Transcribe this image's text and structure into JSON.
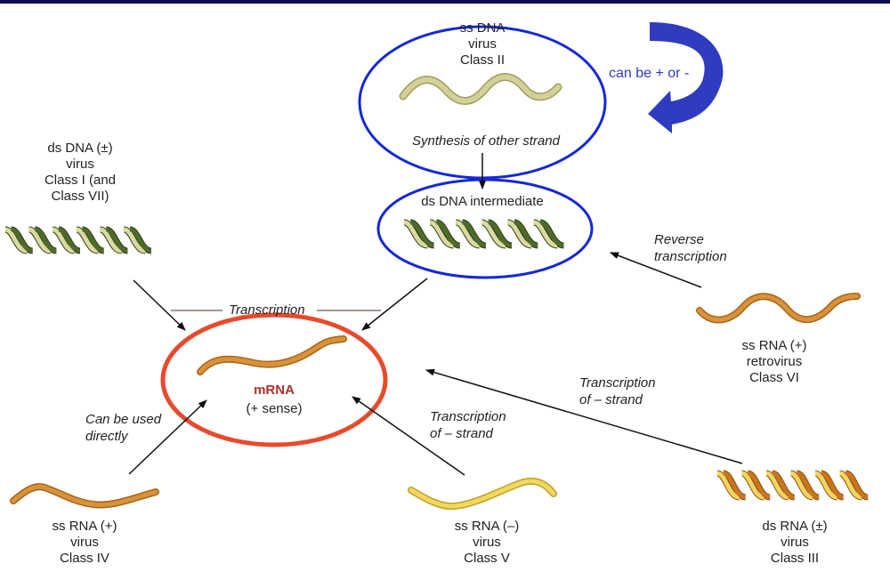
{
  "colors": {
    "top_bar": "#0b0d52",
    "blue_highlight": "#1428d8",
    "red_highlight": "#e84a2c",
    "ss_dna_strand": "#c7c48a",
    "dna_dark_strand": "#4d6b2a",
    "dna_light_strand": "#dcd9a0",
    "rna_plus_strand": "#d48a2e",
    "rna_minus_strand": "#eed25a",
    "ds_rna_dark": "#c9741f",
    "ds_rna_light": "#f0d660",
    "mrna_label": "#a8322a",
    "note_text": "#2f3cc0"
  },
  "nodes": {
    "ss_dna": {
      "lines": [
        "ss DNA",
        "virus",
        "Class II"
      ]
    },
    "ds_dna": {
      "lines": [
        "ds DNA (±)",
        "virus",
        "Class I (and",
        "Class VII)"
      ]
    },
    "ds_dna_intermediate": {
      "label": "ds DNA intermediate"
    },
    "mrna": {
      "title": "mRNA",
      "subtitle": "(+ sense)"
    },
    "ss_rna_retro": {
      "lines": [
        "ss RNA (+)",
        "retrovirus",
        "Class VI"
      ]
    },
    "ss_rna_plus": {
      "lines": [
        "ss RNA (+)",
        "virus",
        "Class IV"
      ]
    },
    "ss_rna_minus": {
      "lines": [
        "ss RNA (–)",
        "virus",
        "Class V"
      ]
    },
    "ds_rna": {
      "lines": [
        "ds RNA (±)",
        "virus",
        "Class III"
      ]
    }
  },
  "edge_labels": {
    "synthesis": "Synthesis of other strand",
    "transcription": "Transcription",
    "reverse_transcription": [
      "Reverse",
      "transcription"
    ],
    "can_be_used_directly": [
      "Can be used",
      "directly"
    ],
    "transcription_minus_class_v": [
      "Transcription",
      "of – strand"
    ],
    "transcription_minus_class_iii": [
      "Transcription",
      "of – strand"
    ]
  },
  "annotation": {
    "text": "can be + or -"
  }
}
